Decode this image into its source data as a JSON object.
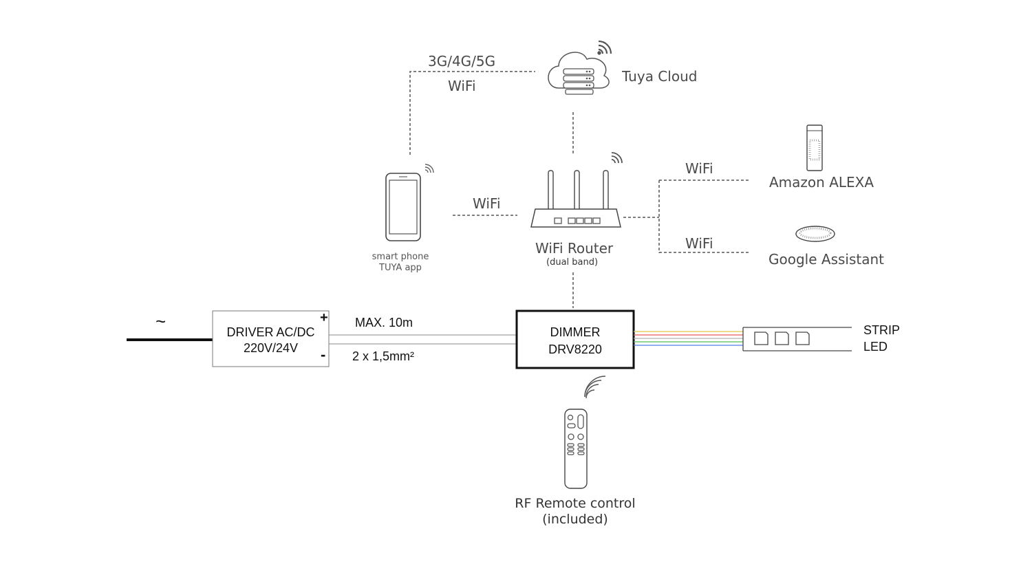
{
  "network": {
    "mobile_label": "3G/4G/5G",
    "wifi_top_label": "WiFi",
    "cloud_label": "Tuya Cloud",
    "phone_wifi_label": "WiFi",
    "router_label": "WiFi  Router",
    "router_sub": "(dual band)",
    "alexa_wifi_label": "WiFi",
    "google_wifi_label": "WiFi",
    "alexa_label": "Amazon ALEXA",
    "google_label": "Google Assistant",
    "phone_line1": "smart phone",
    "phone_line2": "TUYA app"
  },
  "power": {
    "ac_symbol": "~",
    "driver_line1": "DRIVER AC/DC",
    "driver_line2": "220V/24V",
    "plus": "+",
    "minus": "-",
    "cable_length": "MAX. 10m",
    "cable_section": "2 x 1,5mm²"
  },
  "dimmer": {
    "line1": "DIMMER",
    "line2": "DRV8220"
  },
  "strip": {
    "line1": "STRIP",
    "line2": "LED"
  },
  "remote": {
    "line1": "RF Remote control",
    "line2": "(included)"
  },
  "wire_colors": [
    "#e0c84a",
    "#e85a5a",
    "#b0b0b0",
    "#4fbf4f",
    "#4f7fe0"
  ]
}
